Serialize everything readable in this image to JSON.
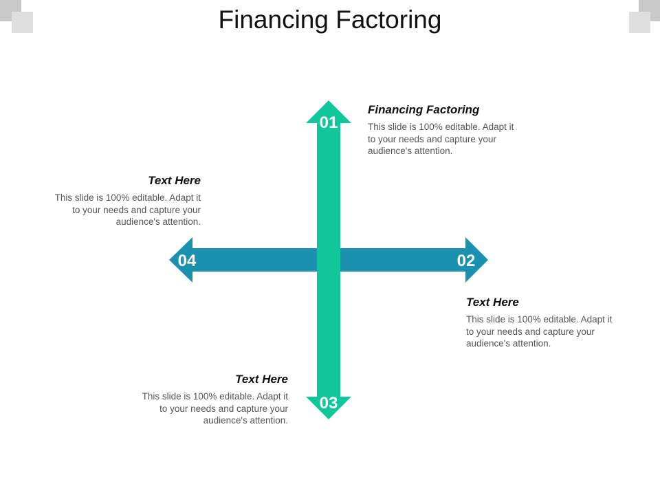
{
  "title": "Financing Factoring",
  "colors": {
    "vertical": "#0fc79a",
    "horizontal": "#1b91b0",
    "decor_dark": "#c9c9c9",
    "decor_light": "#dedede"
  },
  "arrows": {
    "top": "01",
    "right": "02",
    "bottom": "03",
    "left": "04"
  },
  "blocks": [
    {
      "id": "01",
      "heading": "Financing Factoring",
      "text": "This slide is 100% editable. Adapt it to your needs and capture your audience's attention."
    },
    {
      "id": "04",
      "heading": "Text Here",
      "text": "This slide is 100% editable. Adapt it to your needs and capture your audience's attention."
    },
    {
      "id": "02",
      "heading": "Text Here",
      "text": "This slide is 100% editable. Adapt it to your needs and capture your audience's attention."
    },
    {
      "id": "03",
      "heading": "Text Here",
      "text": "This slide is 100% editable. Adapt it to your needs and capture your audience's attention."
    }
  ]
}
